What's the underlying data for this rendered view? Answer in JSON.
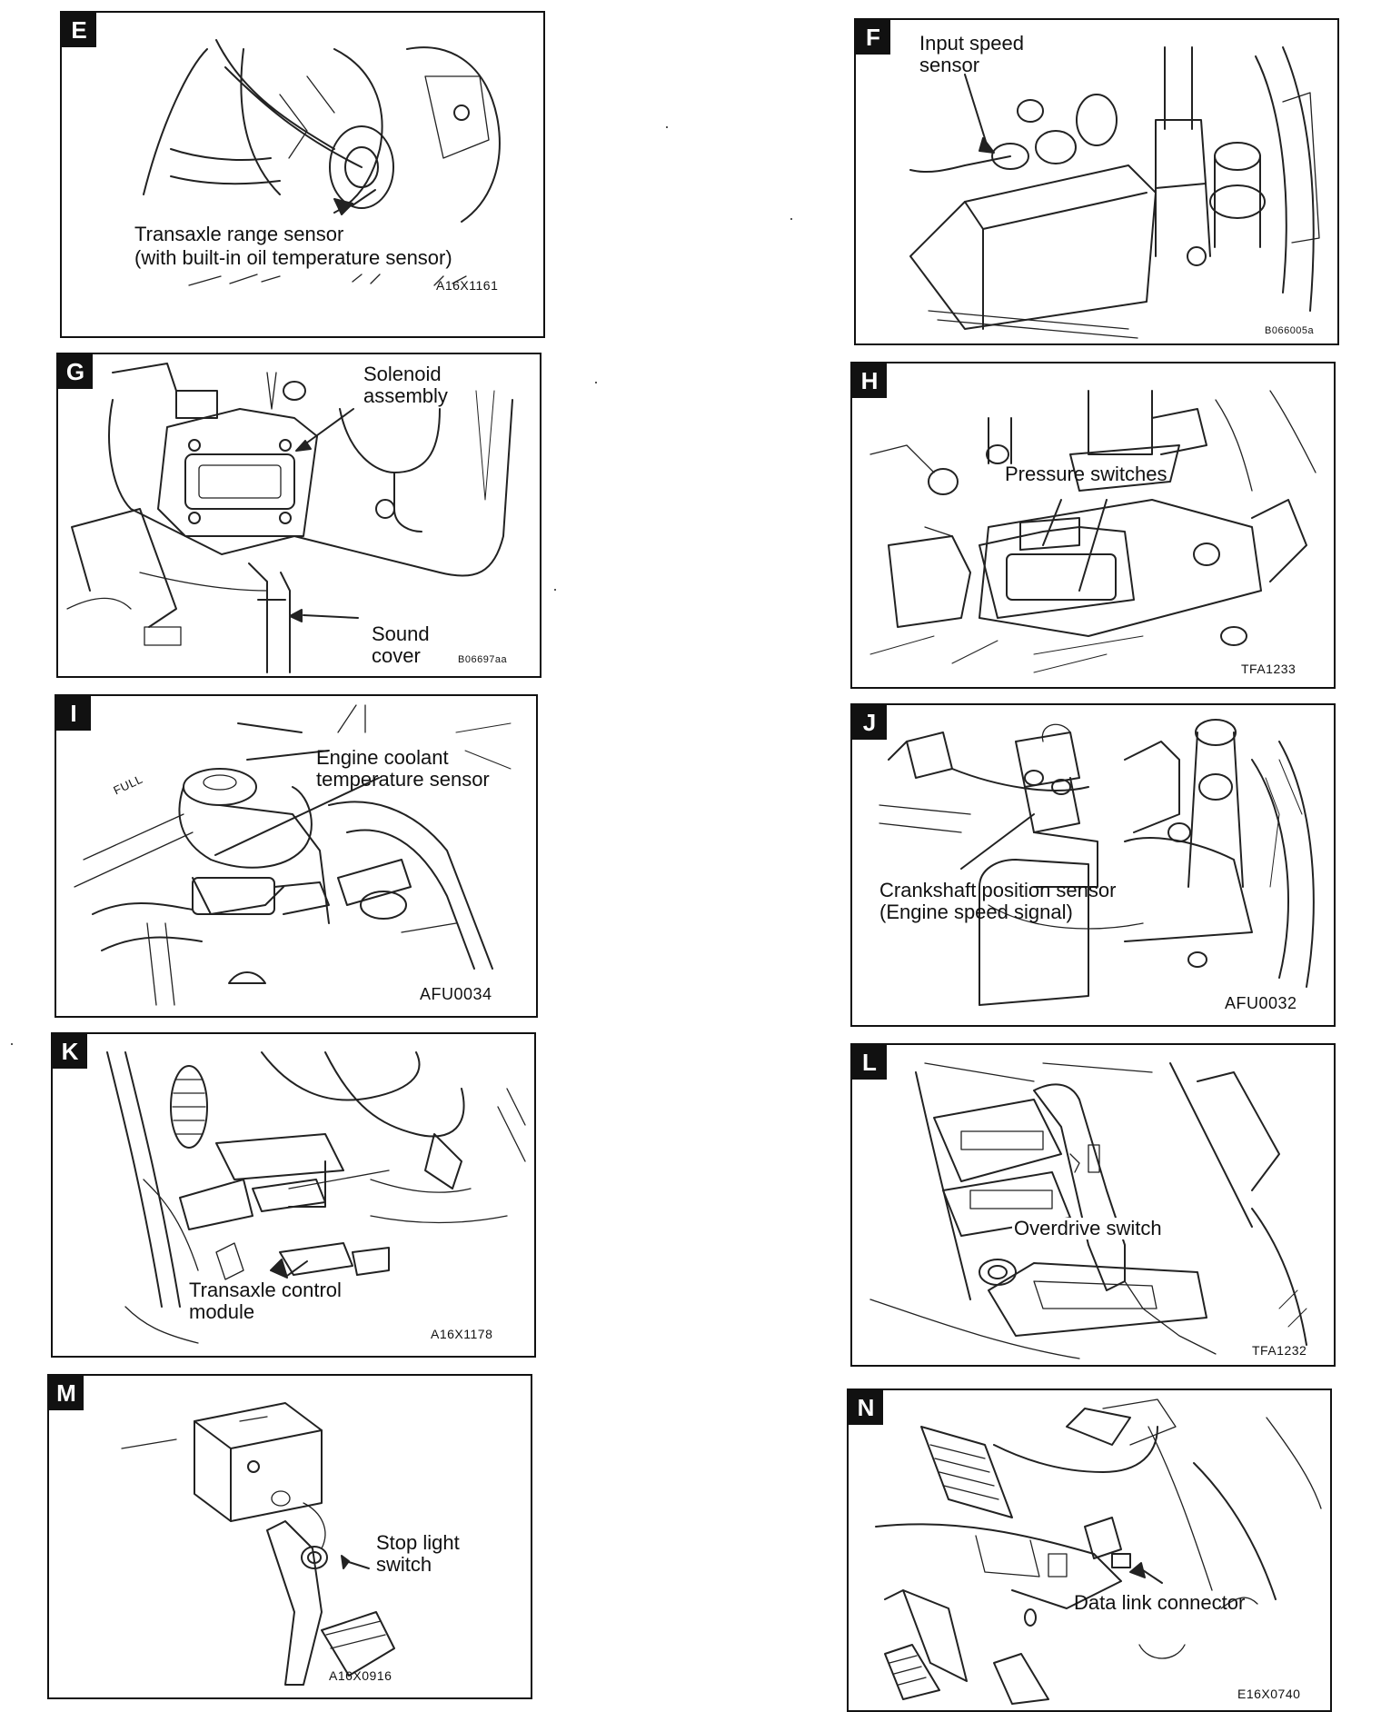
{
  "panels": {
    "E": {
      "letter": "E",
      "labels": [
        "Transaxle range sensor",
        "(with built-in oil temperature sensor)"
      ],
      "code": "A16X1161"
    },
    "F": {
      "letter": "F",
      "labels": [
        "Input speed",
        "sensor"
      ],
      "code": "B066005a"
    },
    "G": {
      "letter": "G",
      "labels": [
        "Solenoid",
        "assembly",
        "Sound",
        "cover"
      ],
      "code": "B06697aa"
    },
    "H": {
      "letter": "H",
      "labels": [
        "Pressure switches"
      ],
      "code": "TFA1233"
    },
    "I": {
      "letter": "I",
      "labels": [
        "Engine coolant",
        "temperature sensor"
      ],
      "code": "AFU0034",
      "stamp": "FULL"
    },
    "J": {
      "letter": "J",
      "labels": [
        "Crankshaft  position  sensor",
        "(Engine speed signal)"
      ],
      "code": "AFU0032"
    },
    "K": {
      "letter": "K",
      "labels": [
        "Transaxle control",
        "module"
      ],
      "code": "A16X1178"
    },
    "L": {
      "letter": "L",
      "labels": [
        "Overdrive switch"
      ],
      "code": "TFA1232"
    },
    "M": {
      "letter": "M",
      "labels": [
        "Stop light",
        "switch"
      ],
      "code": "A16X0916"
    },
    "N": {
      "letter": "N",
      "labels": [
        "Data link connector"
      ],
      "code": "E16X0740"
    }
  }
}
